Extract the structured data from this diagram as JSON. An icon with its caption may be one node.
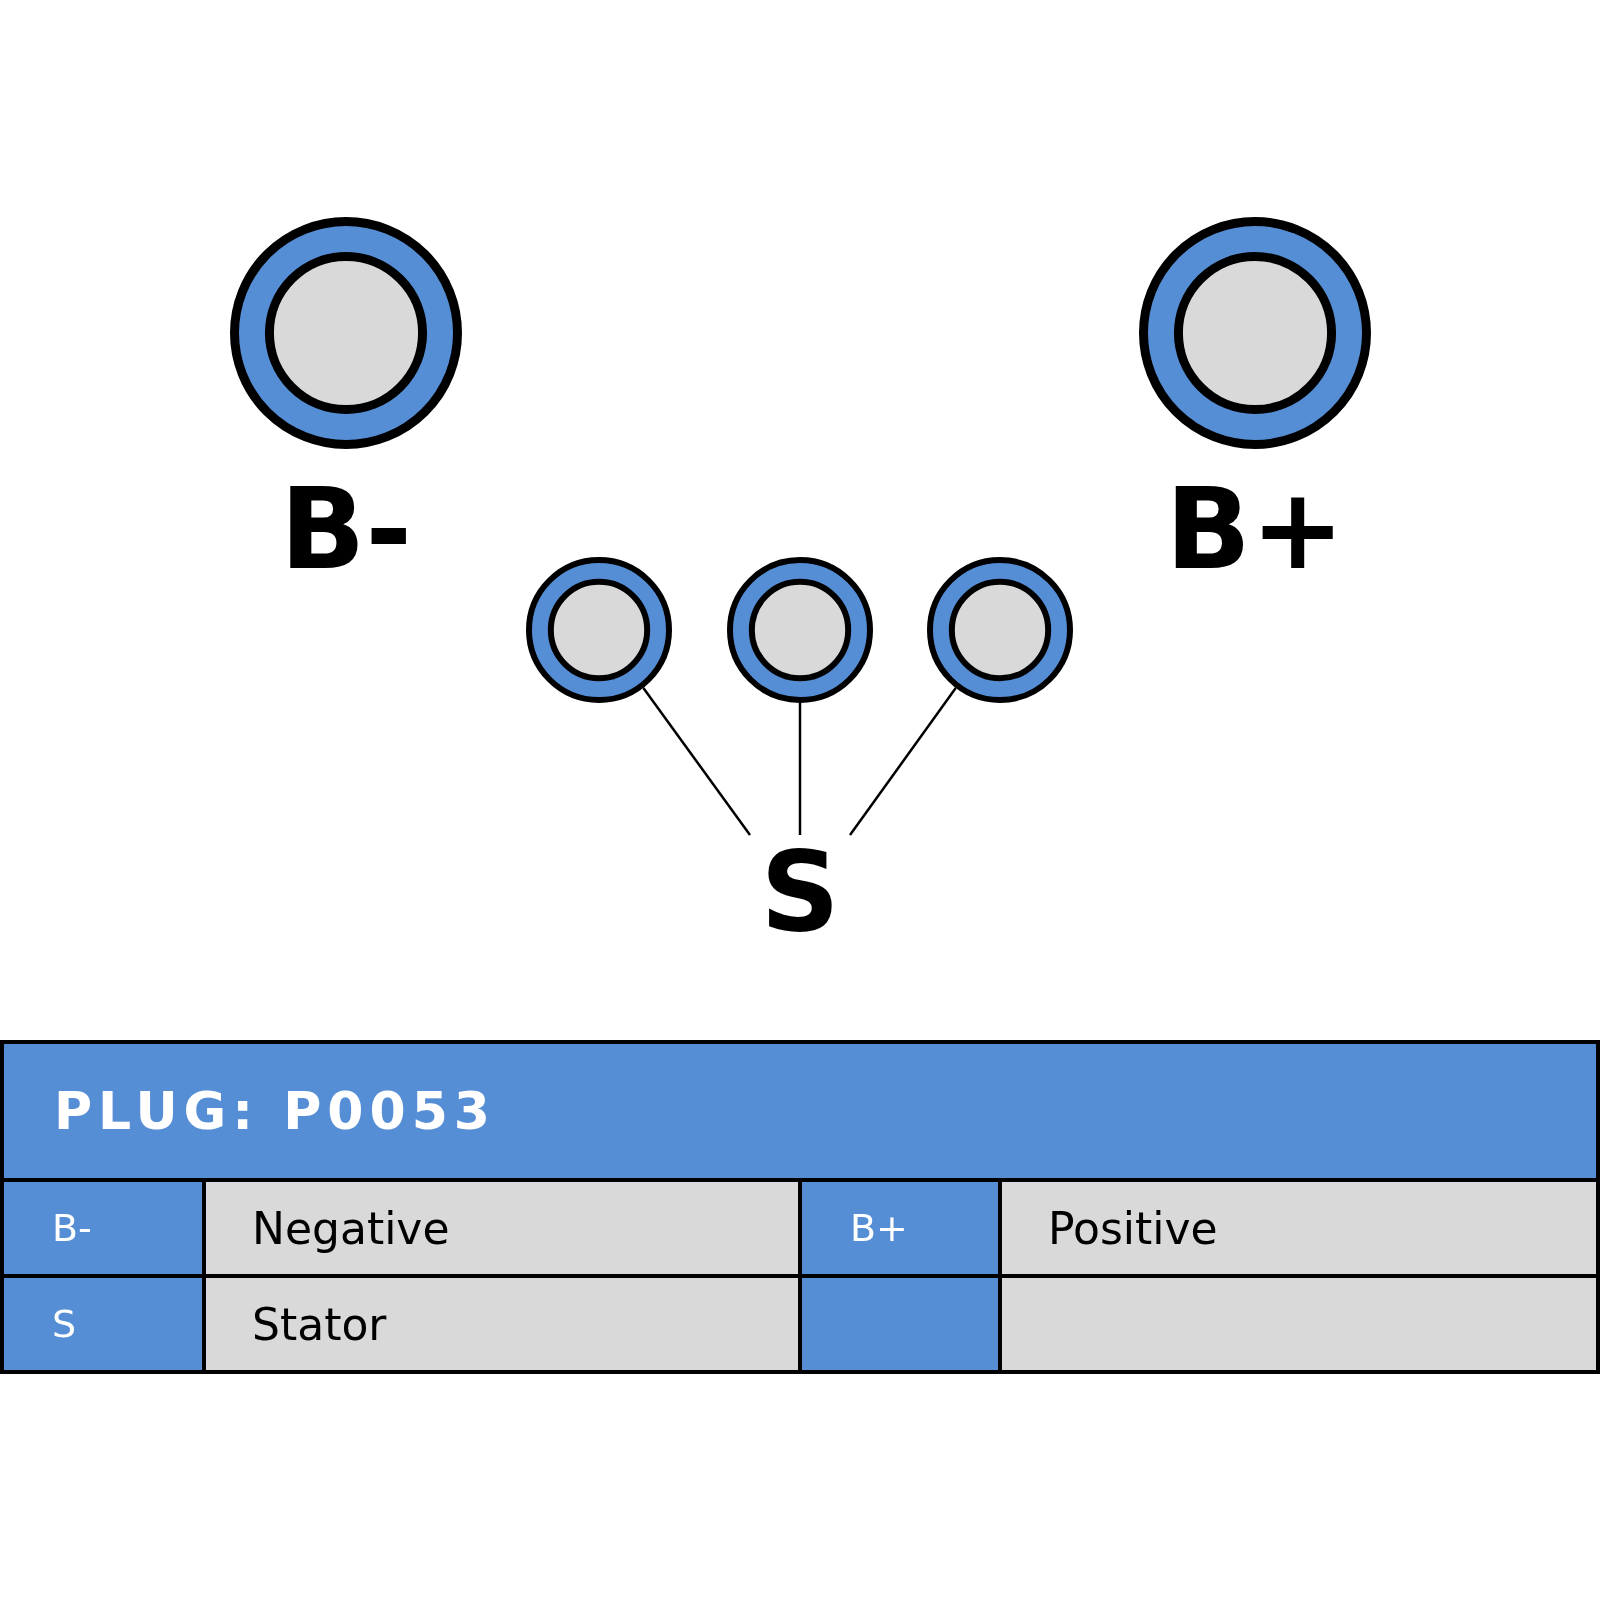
{
  "diagram": {
    "nodes": [
      {
        "text": [],
        "shape": "circle",
        "beside": [
          "B-"
        ]
      },
      {
        "text": [],
        "shape": "circle",
        "beside": [
          "B+"
        ]
      },
      {
        "text": [],
        "shape": "circle"
      },
      {
        "text": [],
        "shape": "circle"
      },
      {
        "text": [],
        "shape": "circle"
      },
      {
        "text": [
          "S"
        ]
      }
    ],
    "edges": [
      {
        "from": 5,
        "to": 2,
        "arrow": "none"
      },
      {
        "from": 5,
        "to": 3,
        "arrow": "none"
      },
      {
        "from": 5,
        "to": 4,
        "arrow": "none"
      }
    ],
    "labels": [
      "PLUG: P0053",
      "B-",
      "Negative",
      "B+",
      "Positive",
      "S",
      "Stator"
    ]
  }
}
